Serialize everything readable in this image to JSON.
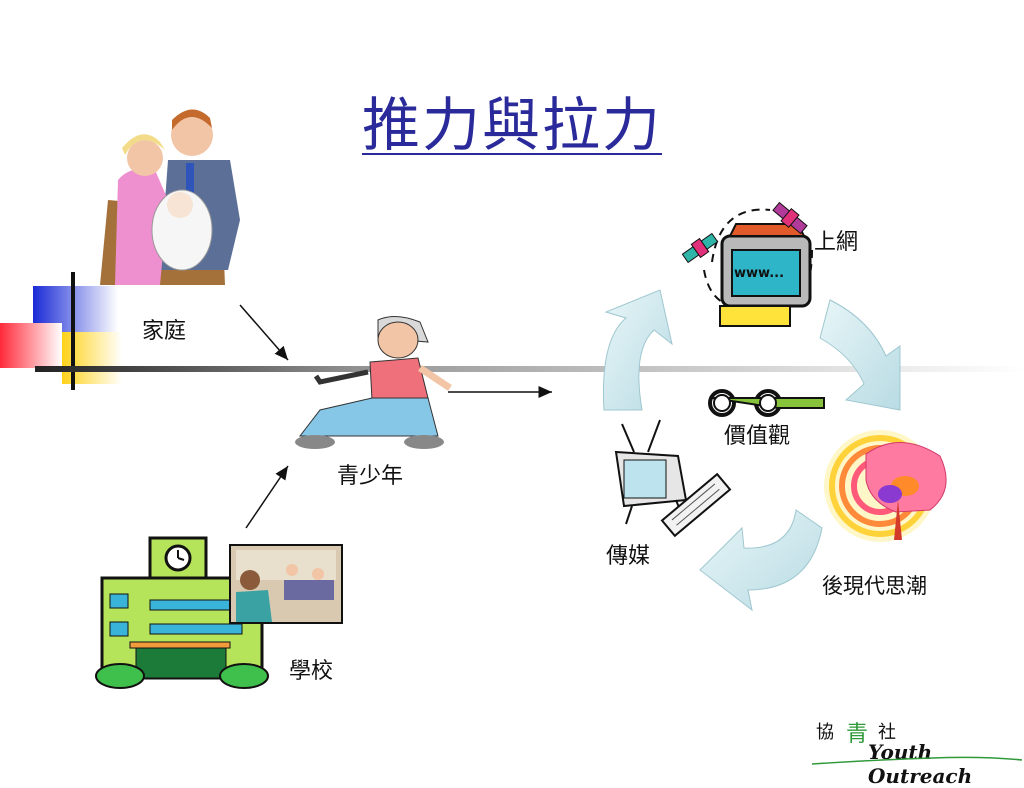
{
  "slide": {
    "title": "推力與拉力",
    "left_labels": {
      "family": "家庭",
      "youth": "青少年",
      "school": "學校"
    },
    "cycle_labels": {
      "internet": "上網",
      "values": "價值觀",
      "media": "傳媒",
      "postmodern": "後現代思潮"
    },
    "monitor_text": "www...",
    "logo": {
      "chinese_a": "協",
      "chinese_b": "青",
      "chinese_c": "社",
      "english": "Youth Outreach"
    }
  },
  "colors": {
    "title": "#2a2a9a",
    "accent_blue": "#2233cc",
    "accent_yellow": "#ffd21a",
    "accent_red": "#ff3344",
    "cycle_arrow": "#d9eef2"
  }
}
